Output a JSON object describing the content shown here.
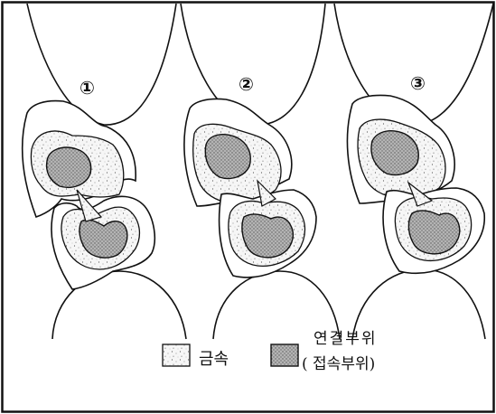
{
  "figure": {
    "panels": [
      {
        "number": "①"
      },
      {
        "number": "②"
      },
      {
        "number": "③"
      }
    ],
    "legend": {
      "metal_label": "금속",
      "joint_label_line1": "연결부위",
      "joint_label_line2": "( 접속부위)"
    }
  }
}
